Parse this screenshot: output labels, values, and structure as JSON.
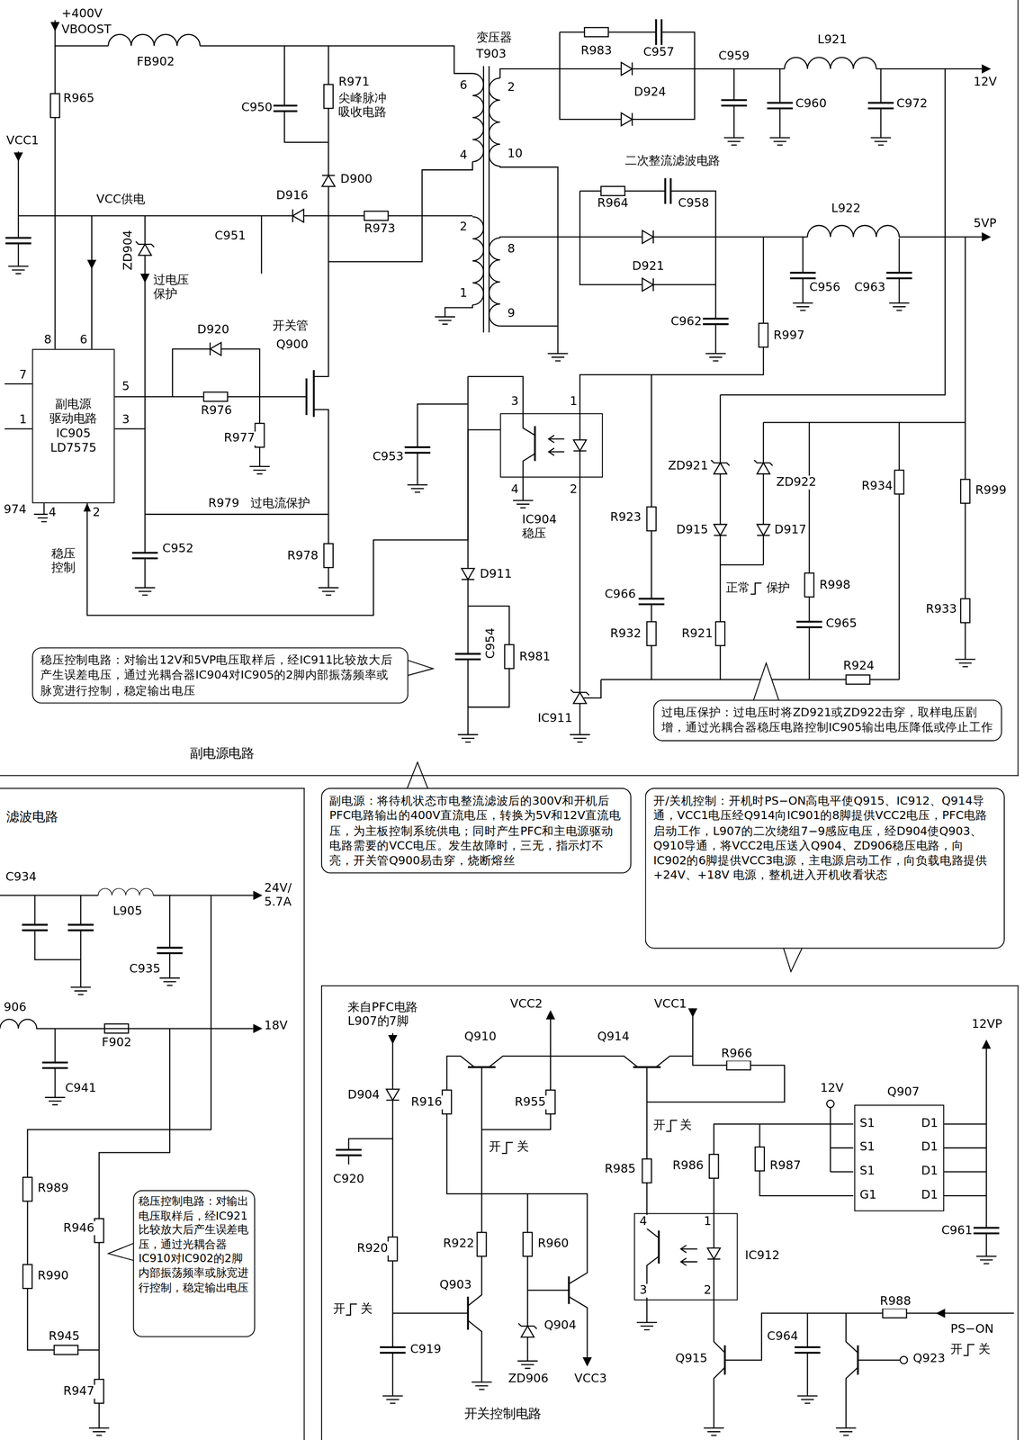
{
  "diagram": {
    "nodes": [
      {
        "text": [
          "副电源电路"
        ]
      },
      {
        "text": [
          "副电源 驱动电路 IC905 LD7575"
        ],
        "in": 0
      },
      {
        "text": [
          "IC904 稳压"
        ],
        "in": 0
      },
      {
        "text": [
          "稳压控制电路：对输出12V和5VP电压取样后，经IC911比较放大后产生误差电压，通过光耦合器IC904对IC905的2脚内部振荡频率或脉宽进行控制，稳定输出电压"
        ],
        "in": 0
      },
      {
        "text": [
          "过电压保护：过电压时将ZD921或ZD922击穿，取样电压剧增，通过光耦合器稳压电路控制IC905输出电压降低或停止工作"
        ],
        "in": 0
      },
      {
        "text": [
          "滤波电路"
        ]
      },
      {
        "text": [
          "稳压控制电路：对输出电压取样后，经IC921比较放大后产生误差电压，通过光耦合器IC910对IC902的2脚内部振荡频率或脉宽进行控制，稳定输出电压"
        ],
        "in": 5
      },
      {
        "text": [
          "副电源：将待机状态市电整流滤波后的300V和开机后PFC电路输出的400V直流电压，转换为5V和12V直流电压，为主板控制系统供电；同时产生PFC和主电源驱动电路需要的VCC电压。发生故障时，三无，指示灯不亮，开关管Q900易击穿，烧断熔丝"
        ]
      },
      {
        "text": [
          "开/关机控制：开机时PS−ON高电平使Q915、IC912、Q914导通，VCC1电压经Q914向IC901的8脚提供VCC2电压，PFC电路启动工作，L907的二次绕组7−9感应电压，经D904使Q903、Q910导通，将VCC2电压送入Q904、ZD906稳压电路，向IC902的6脚提供VCC3电源，主电源启动工作，向负载电路提供 +24V、+18V 电源，整机进入开机收看状态"
        ]
      },
      {
        "text": [
          "开关控制电路"
        ]
      },
      {
        "text": [
          "IC912"
        ],
        "in": 9
      },
      {
        "text": [
          "Q907"
        ],
        "in": 9
      }
    ],
    "edges": [
      {
        "from": 2,
        "to": 1,
        "arrow": "to"
      }
    ],
    "labels": [
      "+400V",
      "VBOOST",
      "FB902",
      "R965",
      "VCC1",
      "VCC供电",
      "R971",
      "尖峰脉冲 吸收电路",
      "C950",
      "变压器",
      "T903",
      "6",
      "4",
      "2",
      "1",
      "2",
      "10",
      "8",
      "9",
      "D900",
      "D916",
      "R973",
      "ZD904",
      "过电压 保护",
      "C951",
      "D920",
      "开关管",
      "Q900",
      "8",
      "6",
      "7",
      "5",
      "1",
      "3",
      "4",
      "2",
      "974",
      "R976",
      "R977",
      "R979",
      "过电流保护",
      "C952",
      "R978",
      "稳压 控制",
      "R983",
      "C957",
      "D924",
      "C959",
      "L921",
      "C960",
      "C972",
      "12V",
      "二次整流滤波电路",
      "R964",
      "C958",
      "L922",
      "5VP",
      "D921",
      "C956",
      "C963",
      "C962",
      "R997",
      "3",
      "1",
      "4",
      "2",
      "C953",
      "R923",
      "ZD921",
      "ZD922",
      "D915",
      "D917",
      "R934",
      "R999",
      "D911",
      "C966",
      "R932",
      "R921",
      "R998",
      "C965",
      "R933",
      "R924",
      "正常",
      "保护",
      "C954",
      "R981",
      "IC911",
      "C934",
      "L905",
      "C935",
      "24V/ 5.7A",
      "906",
      "F902",
      "18V",
      "C941",
      "R989",
      "R946",
      "R990",
      "R945",
      "R947",
      "来自PFC电路 L907的7脚",
      "VCC2",
      "VCC1",
      "Q910",
      "Q914",
      "R966",
      "R916",
      "R955",
      "D904",
      "开",
      "关",
      "开",
      "关",
      "R985",
      "R986",
      "R987",
      "12V",
      "S1",
      "S1",
      "S1",
      "G1",
      "D1",
      "D1",
      "D1",
      "D1",
      "12VP",
      "C961",
      "C920",
      "R920",
      "R922",
      "R960",
      "Q903",
      "开",
      "关",
      "C919",
      "Q904",
      "ZD906",
      "VCC3",
      "4",
      "1",
      "3",
      "2",
      "R988",
      "PS−ON",
      "开",
      "关",
      "Q915",
      "C964",
      "Q923"
    ]
  }
}
